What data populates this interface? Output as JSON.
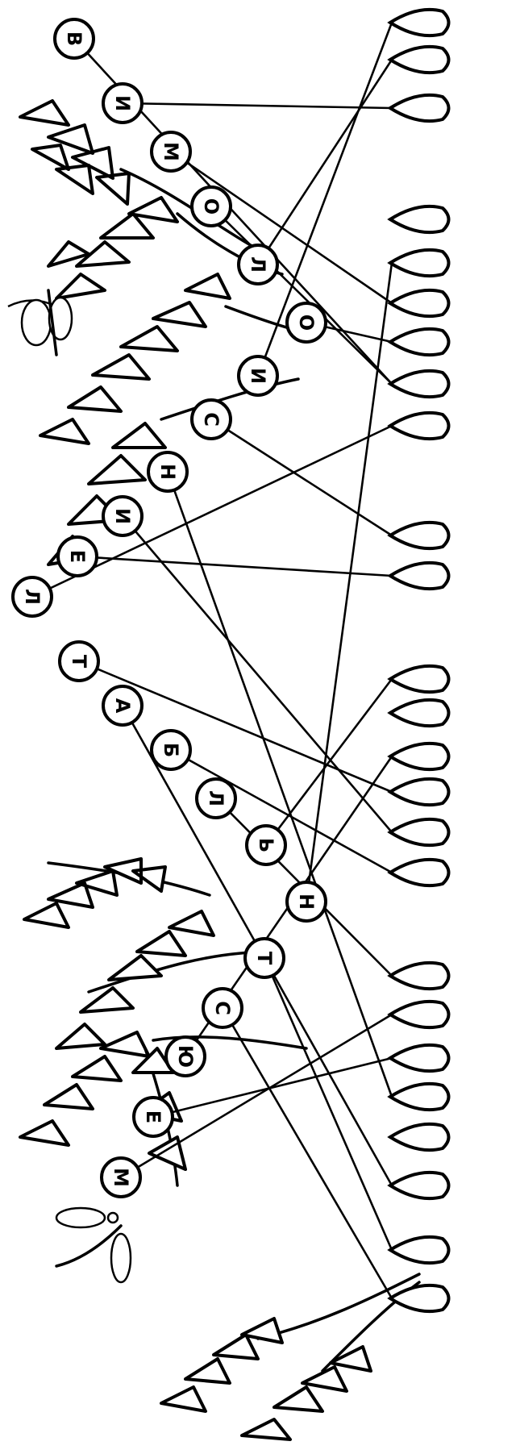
{
  "puzzle": {
    "letters": [
      "В",
      "И",
      "М",
      "О",
      "Л",
      "О",
      "И",
      "С",
      "Н",
      "И",
      "Е",
      "Л",
      "Т",
      "А",
      "Б",
      "Л",
      "Ь",
      "Н",
      "Т",
      "С",
      "Ю",
      "Е",
      "М"
    ],
    "drop_count": 25,
    "connections": [
      [
        0,
        7
      ],
      [
        1,
        2
      ],
      [
        2,
        5
      ],
      [
        3,
        7
      ],
      [
        4,
        1
      ],
      [
        5,
        6
      ],
      [
        6,
        0
      ],
      [
        7,
        9
      ],
      [
        8,
        20
      ],
      [
        9,
        15
      ],
      [
        10,
        10
      ],
      [
        11,
        8
      ],
      [
        12,
        14
      ],
      [
        13,
        22
      ],
      [
        14,
        16
      ],
      [
        15,
        17
      ],
      [
        16,
        11
      ],
      [
        17,
        4
      ],
      [
        18,
        23
      ],
      [
        19,
        24
      ],
      [
        20,
        13
      ],
      [
        21,
        19
      ],
      [
        22,
        18
      ]
    ]
  },
  "colors": {
    "ink": "#000000",
    "paper": "#ffffff"
  },
  "decor": [
    "wheat-ear",
    "dragonfly-icon"
  ]
}
